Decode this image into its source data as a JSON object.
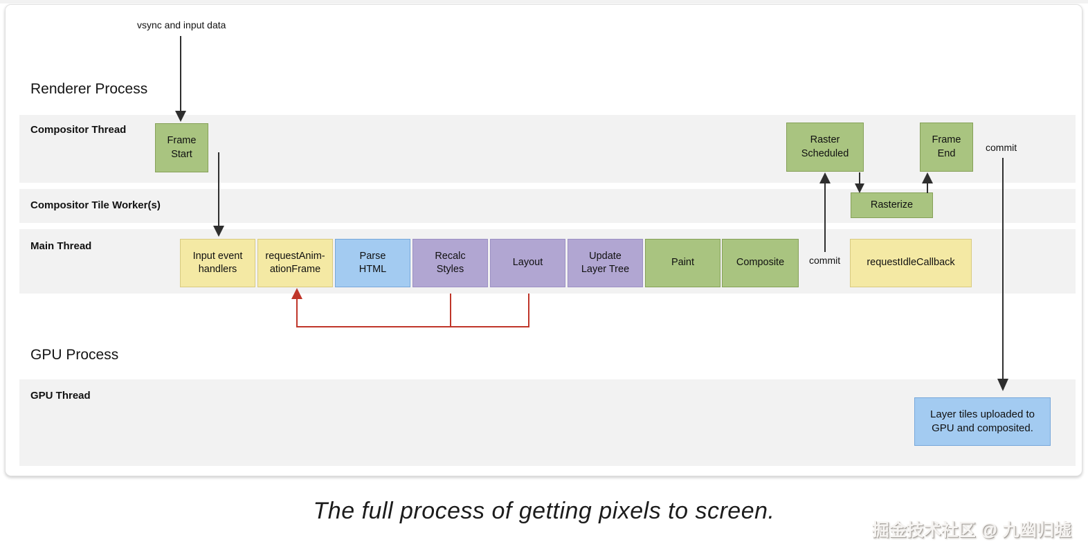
{
  "page": {
    "caption": "The full process of getting pixels to screen.",
    "watermark": "掘金技术社区 @ 九幽归墟"
  },
  "diagram": {
    "processes": {
      "renderer": "Renderer Process",
      "gpu": "GPU Process"
    },
    "lanes": {
      "compositor_thread": "Compositor Thread",
      "compositor_tile_workers": "Compositor Tile Worker(s)",
      "main_thread": "Main Thread",
      "gpu_thread": "GPU Thread"
    },
    "labels": {
      "vsync": "vsync and input data",
      "commit_top": "commit",
      "commit_main": "commit"
    },
    "boxes": {
      "frame_start": "Frame\nStart",
      "raster_scheduled": "Raster\nScheduled",
      "frame_end": "Frame\nEnd",
      "rasterize": "Rasterize",
      "input_event_handlers": "Input event\nhandlers",
      "request_animation_frame": "requestAnim-\nationFrame",
      "parse_html": "Parse\nHTML",
      "recalc_styles": "Recalc\nStyles",
      "layout": "Layout",
      "update_layer_tree": "Update\nLayer Tree",
      "paint": "Paint",
      "composite": "Composite",
      "request_idle_callback": "requestIdleCallback",
      "gpu_upload": "Layer tiles uploaded to\nGPU and composited."
    },
    "colors": {
      "green_fill": "#a9c480",
      "green_border": "#85a057",
      "yellow_fill": "#f4e9a4",
      "yellow_border": "#d8ca80",
      "blue_fill": "#a3cbf1",
      "blue_border": "#77a7da",
      "purple_fill": "#b1a6d2",
      "purple_border": "#9b8fc3",
      "lane_background": "#f2f2f2",
      "arrow_black": "#2e2e2e",
      "feedback_red": "#bf3529"
    }
  }
}
